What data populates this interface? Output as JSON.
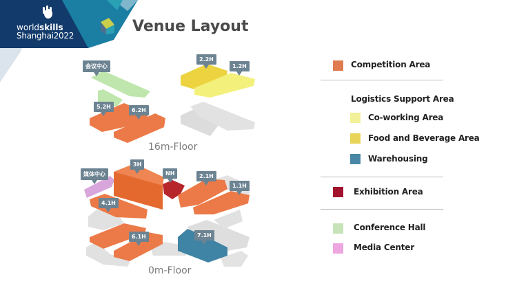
{
  "header": {
    "logo_line1_light": "world",
    "logo_line1_bold": "skills",
    "logo_line2": "Shanghai2022",
    "title": "Venue Layout"
  },
  "floors": {
    "upper": "16m-Floor",
    "ground": "0m-Floor"
  },
  "hall_tags": {
    "conference": "会议中心",
    "h2_2": "2.2H",
    "h1_2": "1.2H",
    "h5_2": "5.2H",
    "h6_2": "6.2H",
    "h3": "3H",
    "media": "媒体中心",
    "nh": "NH",
    "h2_1": "2.1H",
    "h1_1": "1.1H",
    "h4_1": "4.1H",
    "h6_1": "6.1H",
    "h7_1": "7.1H"
  },
  "legend": {
    "competition": {
      "label": "Competition Area",
      "color": "#e07a4f"
    },
    "logistics_heading": "Logistics Support Area",
    "coworking": {
      "label": "Co-working Area",
      "color": "#f3f09a"
    },
    "food": {
      "label": "Food and Beverage Area",
      "color": "#e8d458"
    },
    "warehousing": {
      "label": "Warehousing",
      "color": "#4a87a6"
    },
    "exhibition": {
      "label": "Exhibition Area",
      "color": "#a3122f"
    },
    "conference": {
      "label": "Conference Hall",
      "color": "#c6e4b8"
    },
    "media": {
      "label": "Media Center",
      "color": "#eea6e0"
    }
  }
}
